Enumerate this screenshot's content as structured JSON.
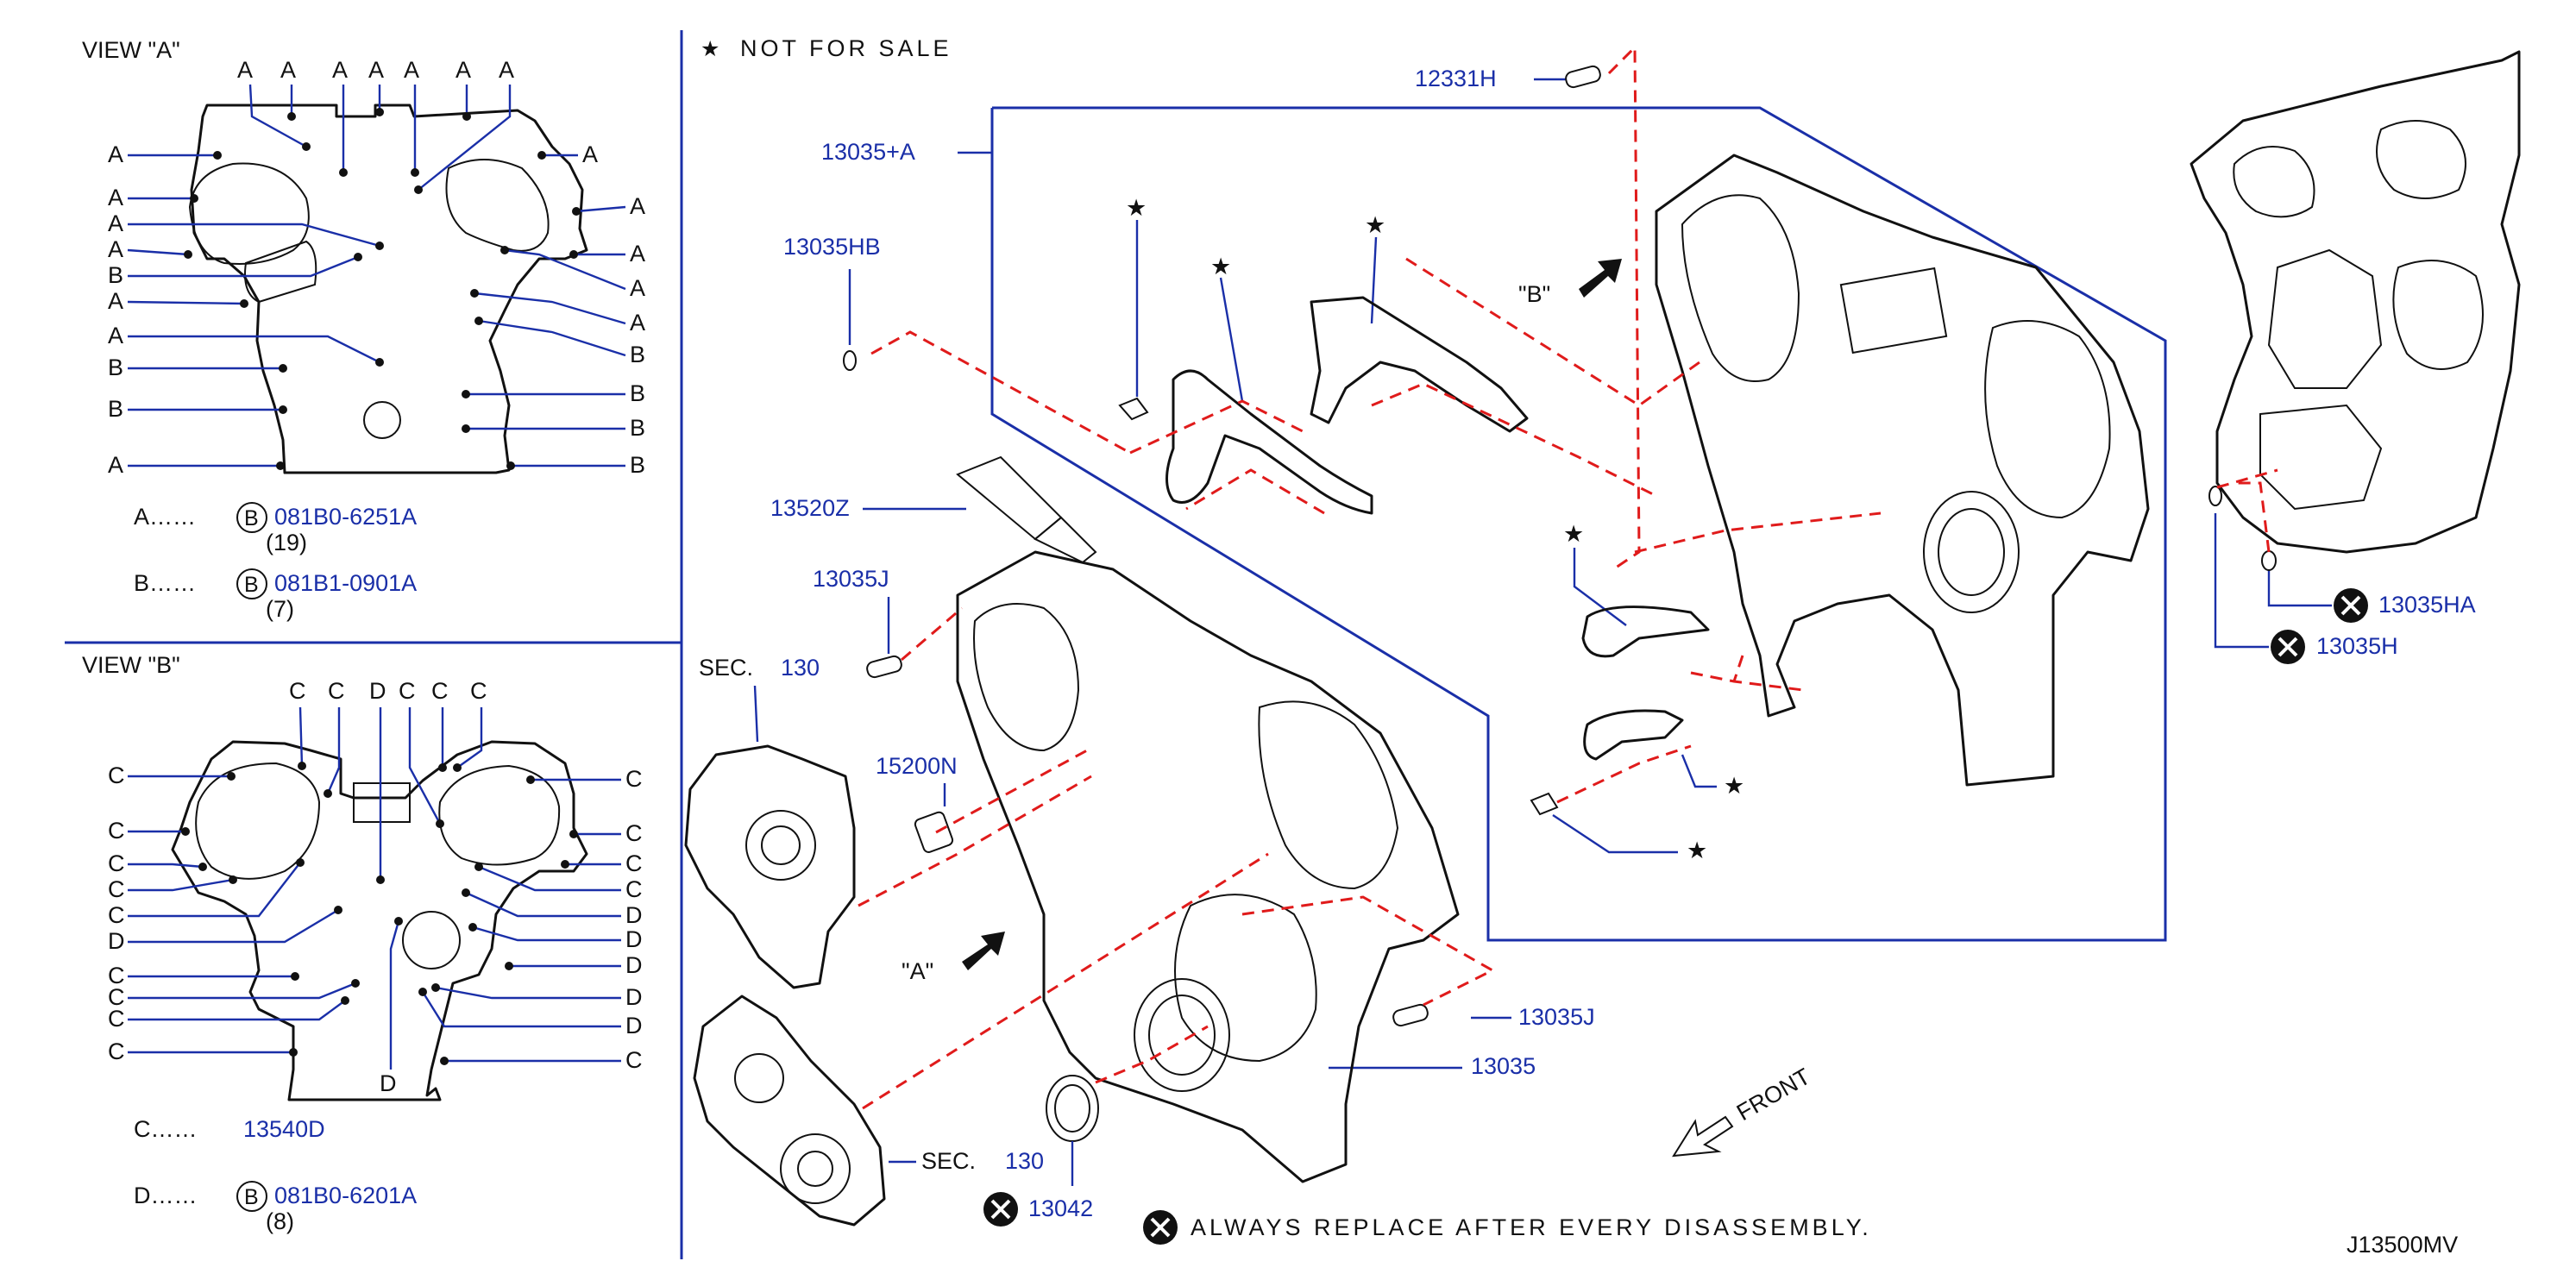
{
  "legend": {
    "not_for_sale": "NOT FOR SALE",
    "star": "★",
    "always_replace": "ALWAYS REPLACE AFTER EVERY DISASSEMBLY.",
    "diagram_id": "J13500MV",
    "front": "FRONT"
  },
  "view_a": {
    "title": "VIEW \"A\"",
    "letter_a": "A",
    "letter_b": "B",
    "key_a_prefix": "A……",
    "key_a_circle": "B",
    "key_a_part": "081B0-6251A",
    "key_a_qty": "(19)",
    "key_b_prefix": "B……",
    "key_b_circle": "B",
    "key_b_part": "081B1-0901A",
    "key_b_qty": "(7)"
  },
  "view_b": {
    "title": "VIEW \"B\"",
    "letter_c": "C",
    "letter_d": "D",
    "key_c_prefix": "C……",
    "key_c_part": "13540D",
    "key_d_prefix": "D……",
    "key_d_circle": "B",
    "key_d_part": "081B0-6201A",
    "key_d_qty": "(8)"
  },
  "callouts": {
    "p12331H": "12331H",
    "p13035A": "13035+A",
    "p13035HB": "13035HB",
    "p13520Z": "13520Z",
    "p13035J_top": "13035J",
    "sec130_top": "SEC.",
    "sec130_top_num": "130",
    "p15200N": "15200N",
    "view_a_ref": "\"A\"",
    "view_b_ref": "\"B\"",
    "sec130_bottom": "SEC.",
    "sec130_bottom_num": "130",
    "p13042": "13042",
    "p13035J_bottom": "13035J",
    "p13035": "13035",
    "p13035HA": "13035HA",
    "p13035H": "13035H"
  },
  "colors": {
    "callout_blue": "#1a2fa8",
    "dashed_red": "#e01b1b",
    "line_black": "#111111"
  }
}
